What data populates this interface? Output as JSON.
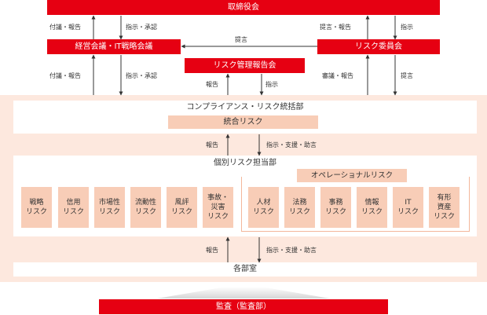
{
  "colors": {
    "red": "#e60012",
    "peach_bg": "#fde8de",
    "salmon": "#f8cdb7",
    "border": "#f3b79b"
  },
  "board": "取締役会",
  "mgmt_meeting": "経営会議・IT戦略会議",
  "risk_committee": "リスク委員会",
  "risk_report_meeting": "リスク管理報告会",
  "compliance_dept": "コンプライアンス・リスク統括部",
  "integrated_risk": "統合リスク",
  "individual_dept": "個別リスク担当部",
  "operational_risk": "オペレーショナルリスク",
  "departments": "各部室",
  "audit": "監査（監査部）",
  "labels": {
    "fugi_houkoku": "付議・報告",
    "shiji_shounin": "指示・承認",
    "teigen_houkoku": "提言・報告",
    "shiji": "指示",
    "teigen": "提言",
    "shingi_houkoku": "審議・報告",
    "houkoku": "報告",
    "shiji_shien": "指示・支援・助言"
  },
  "risk_boxes": [
    {
      "line1": "戦略",
      "line2": "リスク"
    },
    {
      "line1": "信用",
      "line2": "リスク"
    },
    {
      "line1": "市場性",
      "line2": "リスク"
    },
    {
      "line1": "流動性",
      "line2": "リスク"
    },
    {
      "line1": "風評",
      "line2": "リスク"
    },
    {
      "line1": "事故・",
      "line2": "災害",
      "line3": "リスク"
    }
  ],
  "op_boxes": [
    {
      "line1": "人材",
      "line2": "リスク"
    },
    {
      "line1": "法務",
      "line2": "リスク"
    },
    {
      "line1": "事務",
      "line2": "リスク"
    },
    {
      "line1": "情報",
      "line2": "リスク"
    },
    {
      "line1": "IT",
      "line2": "リスク"
    },
    {
      "line1": "有形",
      "line2": "資産",
      "line3": "リスク"
    }
  ]
}
